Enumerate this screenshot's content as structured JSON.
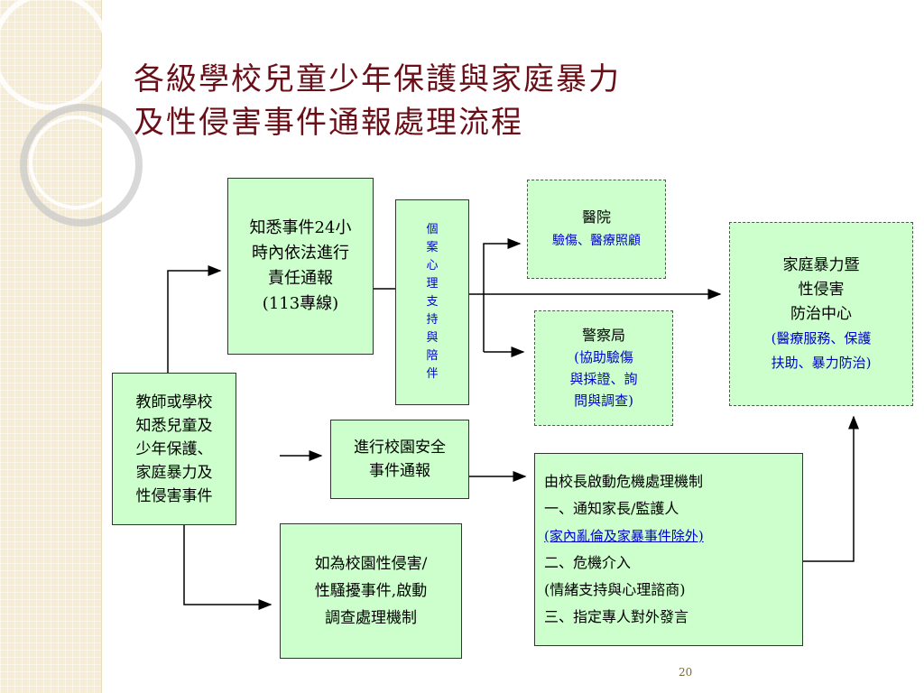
{
  "slide": {
    "title": "各級學校兒童少年保護與家庭暴力\n及性侵害事件通報處理流程",
    "page_number": "20"
  },
  "boxes": {
    "start": [
      "教師或學校",
      "知悉兒童及",
      "少年保護、",
      "家庭暴力及",
      "性侵害事件"
    ],
    "report24": [
      "知悉事件24小",
      "時內依法進行",
      "責任通報",
      "(113專線)"
    ],
    "case_support": [
      "個",
      "案",
      "心",
      "理",
      "支",
      "持",
      "與",
      "陪",
      "伴"
    ],
    "hospital": {
      "title": "醫院",
      "detail": "驗傷、醫療照顧"
    },
    "police": {
      "title": "警察局",
      "detail": [
        "(協助驗傷",
        "與採證、詢",
        "問與調查)"
      ]
    },
    "center": {
      "lines": [
        "家庭暴力暨",
        "性侵害",
        "防治中心"
      ],
      "detail": [
        "(醫療服務、保護",
        "扶助、暴力防治)"
      ]
    },
    "campus_report": [
      "進行校園安全",
      "事件通報"
    ],
    "investigation": [
      "如為校園性侵害/",
      "性騷擾事件,啟動",
      "調查處理機制"
    ],
    "crisis": {
      "line1": "由校長啟動危機處理機制",
      "line2": "一、通知家長/監護人",
      "line3": "(家內亂倫及家暴事件除外)",
      "line4": "二、危機介入",
      "line5": "(情緒支持與心理諮商)",
      "line6": "三、指定專人對外發言"
    }
  }
}
